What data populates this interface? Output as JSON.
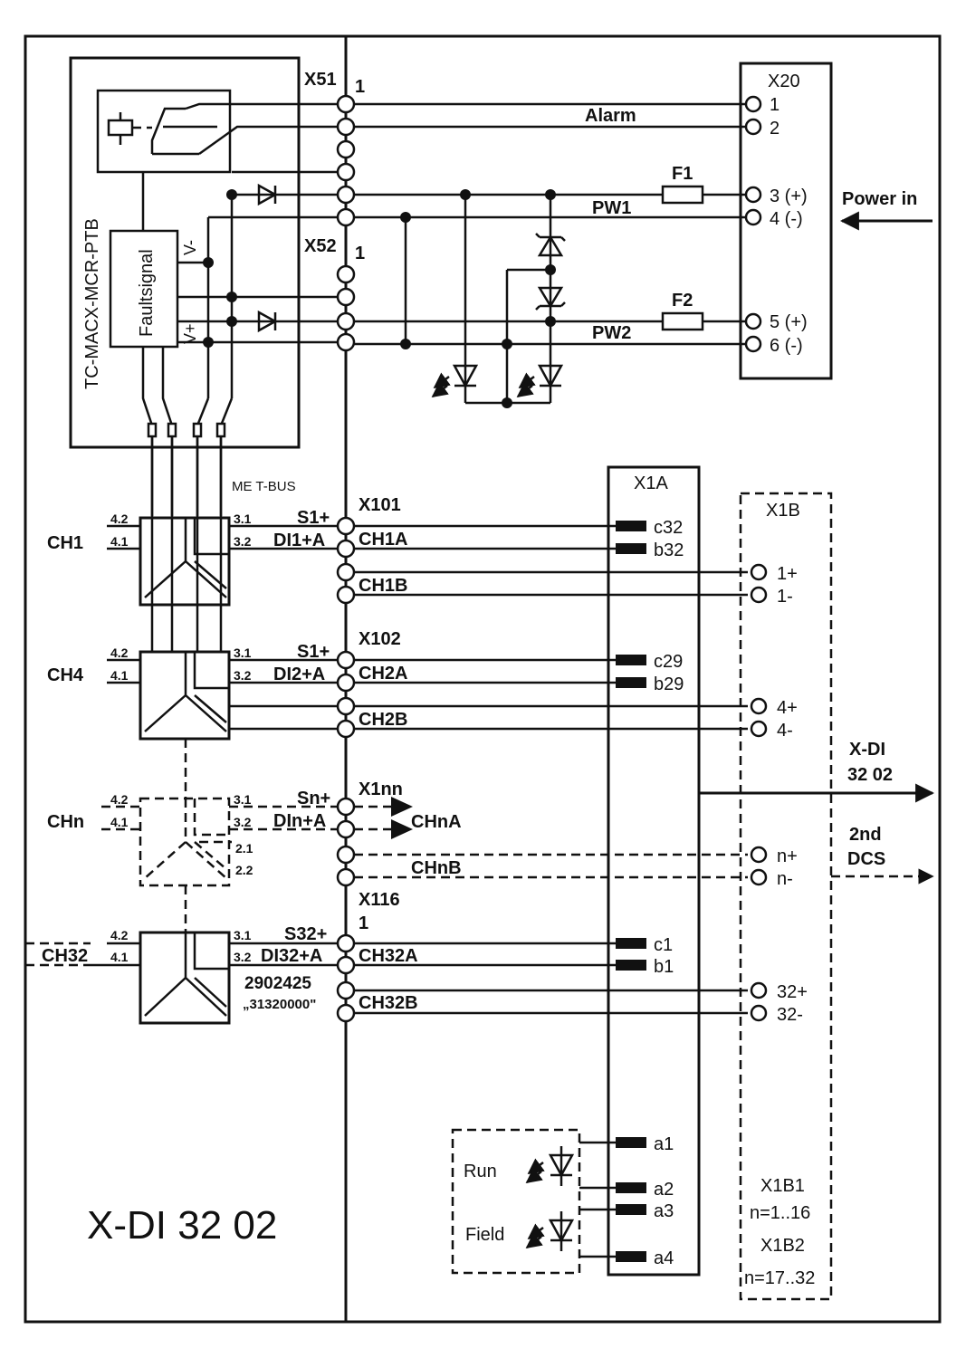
{
  "module_title": "X-DI 32 02",
  "ptb": {
    "name": "TC-MACX-MCR-PTB",
    "fault": "Faultsignal",
    "vminus": "V-",
    "vplus": "V+"
  },
  "x51": {
    "label": "X51",
    "pin": "1"
  },
  "x52": {
    "label": "X52",
    "pin": "1"
  },
  "x20": {
    "label": "X20",
    "pins": [
      "1",
      "2",
      "3 (+)",
      "4 (-)",
      "5 (+)",
      "6 (-)"
    ]
  },
  "power": {
    "alarm": "Alarm",
    "pw1": "PW1",
    "pw2": "PW2",
    "f1": "F1",
    "f2": "F2",
    "power_in": "Power in"
  },
  "metbus": "ME T-BUS",
  "x1a": {
    "label": "X1A",
    "pins": [
      "c32",
      "b32",
      "c29",
      "b29",
      "c1",
      "b1",
      "a1",
      "a2",
      "a3",
      "a4"
    ]
  },
  "x1b": {
    "label": "X1B",
    "pins": [
      "1+",
      "1-",
      "4+",
      "4-",
      "n+",
      "n-",
      "32+",
      "32-"
    ],
    "note1": "X1B1",
    "note2": "n=1..16",
    "note3": "X1B2",
    "note4": "n=17..32"
  },
  "channels": [
    {
      "name": "CH1",
      "conn": "X101",
      "s": "S1+",
      "di": "DI1+A",
      "a": "CH1A",
      "b": "CH1B"
    },
    {
      "name": "CH4",
      "conn": "X102",
      "s": "S1+",
      "di": "DI2+A",
      "a": "CH2A",
      "b": "CH2B"
    },
    {
      "name": "CHn",
      "conn": "X1nn",
      "s": "Sn+",
      "di": "DIn+A",
      "a": "CHnA",
      "b": "CHnB"
    },
    {
      "name": "CH32",
      "conn": "X116",
      "conn_pin": "1",
      "s": "S32+",
      "di": "DI32+A",
      "a": "CH32A",
      "b": "CH32B"
    }
  ],
  "pinlabels": {
    "p42": "4.2",
    "p41": "4.1",
    "p31": "3.1",
    "p32": "3.2",
    "p21": "2.1",
    "p22": "2.2"
  },
  "part": {
    "number": "2902425",
    "code": "„31320000\""
  },
  "outputs": {
    "xdi": "X-DI",
    "xdi2": "32 02",
    "dcs": "2nd",
    "dcs2": "DCS"
  },
  "leds": {
    "run": "Run",
    "field": "Field"
  }
}
